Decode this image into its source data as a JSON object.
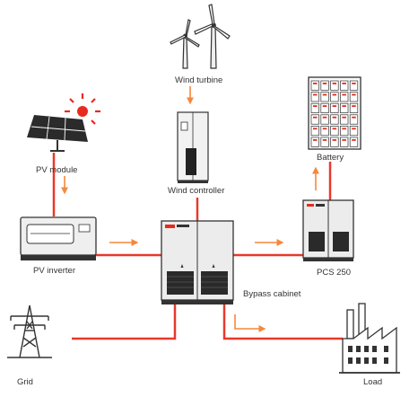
{
  "labels": {
    "wind_turbine": "Wind turbine",
    "wind_controller": "Wind controller",
    "battery": "Battery",
    "pv_module": "PV module",
    "pv_inverter": "PV inverter",
    "bypass_cabinet": "Bypass cabinet",
    "pcs": "PCS 250",
    "grid": "Grid",
    "load": "Load"
  },
  "colors": {
    "line": "#e8392b",
    "arrow": "#f5883c",
    "outline": "#333333",
    "panel": "#2b2b2b",
    "cabinet": "#ececec",
    "sun": "#e62a20"
  },
  "icons": [
    "wind-turbine-icon",
    "wind-controller-icon",
    "battery-rack-icon",
    "solar-panel-icon",
    "sun-icon",
    "pv-inverter-icon",
    "bypass-cabinet-icon",
    "pcs-icon",
    "pylon-icon",
    "factory-icon"
  ]
}
